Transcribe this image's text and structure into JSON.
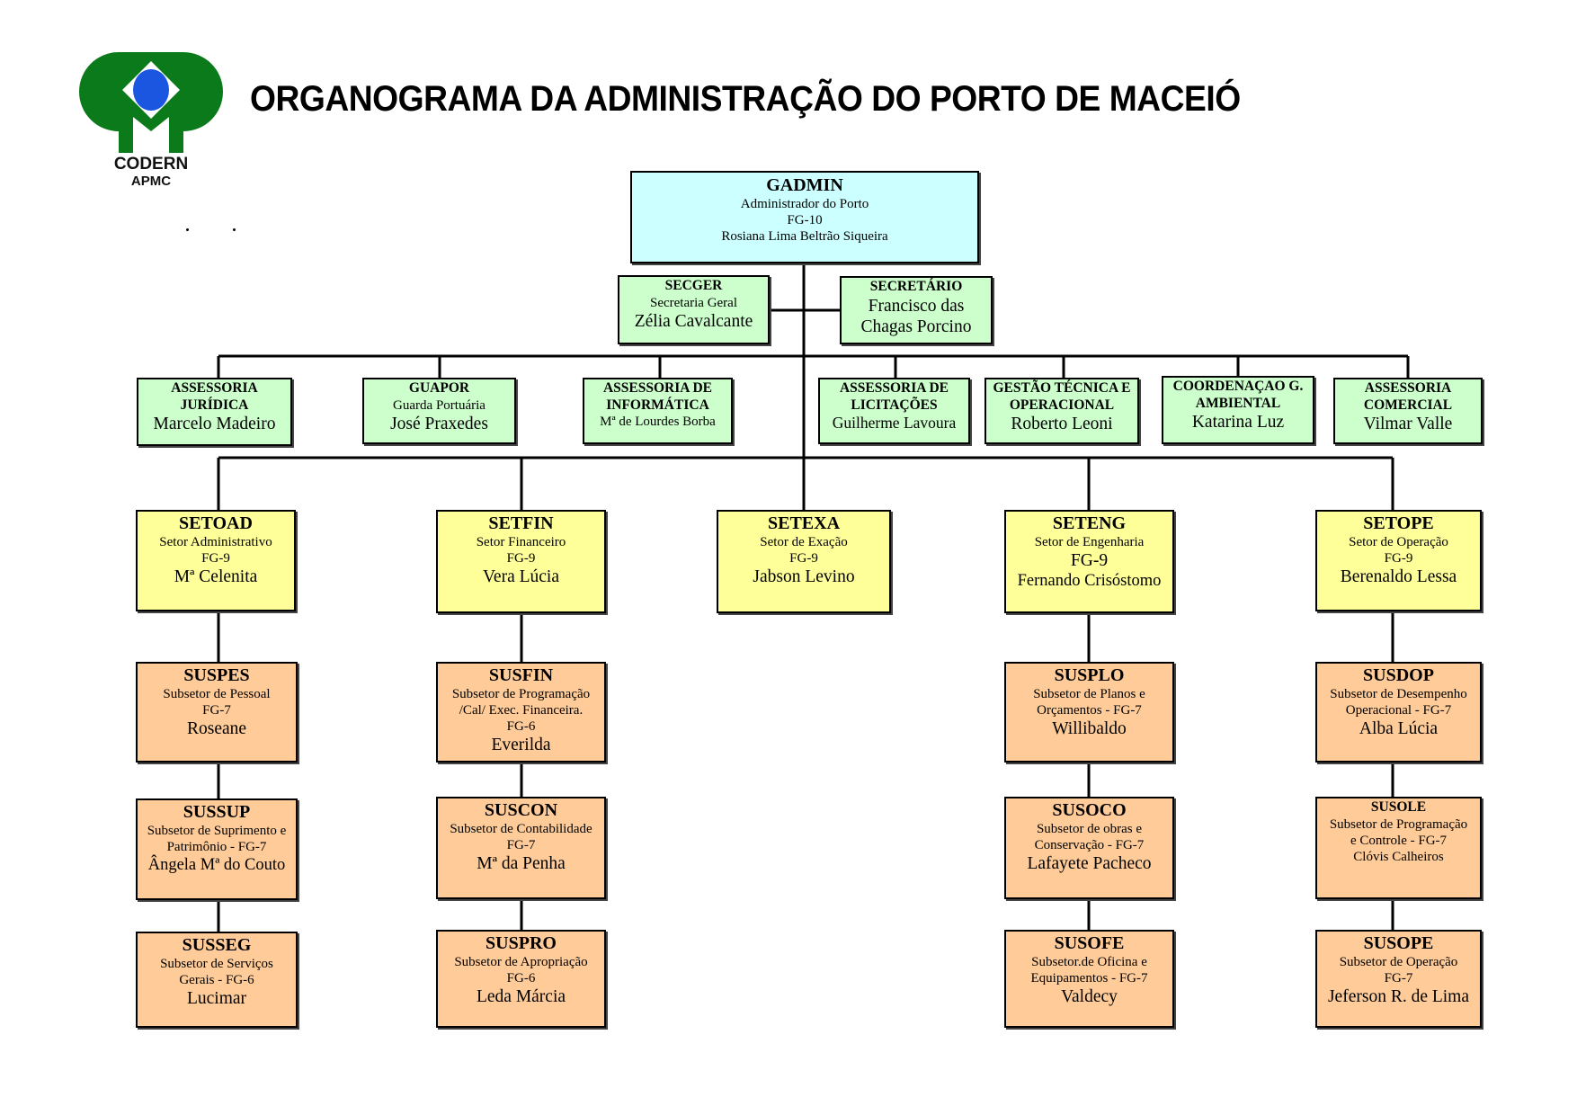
{
  "header": {
    "title": "ORGANOGRAMA DA ADMINISTRAÇÃO DO PORTO DE MACEIÓ",
    "logo": {
      "line1": "CODERN",
      "line2": "APMC",
      "green": "#0a7a1a",
      "blue": "#1a56e0"
    }
  },
  "colors": {
    "cyan": "#ccffff",
    "green": "#ccffcc",
    "yellow": "#ffff99",
    "orange": "#ffcc99"
  },
  "nodes": {
    "gadmin": {
      "code": "GADMIN",
      "lines": [
        "Administrador do Porto",
        "FG-10",
        "Rosiana Lima Beltrão Siqueira"
      ]
    },
    "secger": {
      "code": "SECGER",
      "lines": [
        "Secretaria Geral"
      ],
      "name": "Zélia Cavalcante"
    },
    "secretario": {
      "code": "SECRETÁRIO",
      "names": [
        "Francisco das",
        "Chagas Porcino"
      ]
    },
    "juridica": {
      "codes": [
        "ASSESSORIA",
        "JURÍDICA"
      ],
      "name": "Marcelo Madeiro"
    },
    "guapor": {
      "code": "GUAPOR",
      "lines": [
        "Guarda Portuária"
      ],
      "name": "José Praxedes"
    },
    "informatica": {
      "codes": [
        "ASSESSORIA DE",
        "INFORMÁTICA"
      ],
      "name": "Mª de Lourdes Borba"
    },
    "licitacoes": {
      "codes": [
        "ASSESSORIA DE",
        "LICITAÇÕES"
      ],
      "name": "Guilherme Lavoura"
    },
    "gestao": {
      "codes": [
        "GESTÃO TÉCNICA E",
        "OPERACIONAL"
      ],
      "name": "Roberto Leoni"
    },
    "ambiental": {
      "codes": [
        "COORDENAÇAO G.",
        "AMBIENTAL"
      ],
      "name": "Katarina Luz"
    },
    "comercial": {
      "codes": [
        "ASSESSORIA",
        "COMERCIAL"
      ],
      "name": "Vilmar Valle"
    },
    "setoad": {
      "code": "SETOAD",
      "lines": [
        "Setor Administrativo",
        "FG-9"
      ],
      "name": "Mª Celenita"
    },
    "setfin": {
      "code": "SETFIN",
      "lines": [
        "Setor Financeiro",
        "FG-9"
      ],
      "name": "Vera Lúcia"
    },
    "setexa": {
      "code": "SETEXA",
      "lines": [
        "Setor de Exação",
        "FG-9"
      ],
      "name": "Jabson Levino"
    },
    "seteng": {
      "code": "SETENG",
      "lines": [
        "Setor de Engenharia"
      ],
      "fg": "FG-9",
      "name": "Fernando Crisóstomo"
    },
    "setope": {
      "code": "SETOPE",
      "lines": [
        "Setor de Operação",
        "FG-9"
      ],
      "name": "Berenaldo Lessa"
    },
    "suspes": {
      "code": "SUSPES",
      "lines": [
        "Subsetor de Pessoal",
        "FG-7"
      ],
      "name": "Roseane"
    },
    "susfin": {
      "code": "SUSFIN",
      "lines": [
        "Subsetor de Programação",
        "/Cal/ Exec. Financeira.",
        "FG-6"
      ],
      "name": "Everilda"
    },
    "susplo": {
      "code": "SUSPLO",
      "lines": [
        "Subsetor de Planos e",
        "Orçamentos - FG-7"
      ],
      "name": "Willibaldo"
    },
    "susdop": {
      "code": "SUSDOP",
      "lines": [
        "Subsetor de Desempenho",
        "Operacional - FG-7"
      ],
      "name": "Alba Lúcia"
    },
    "sussup": {
      "code": "SUSSUP",
      "lines": [
        "Subsetor de Suprimento e",
        "Patrimônio - FG-7"
      ],
      "name": "Ângela Mª do Couto"
    },
    "suscon": {
      "code": "SUSCON",
      "lines": [
        "Subsetor de Contabilidade",
        "FG-7"
      ],
      "name": "Mª da Penha"
    },
    "susoco": {
      "code": "SUSOCO",
      "lines": [
        "Subsetor de obras e",
        "Conservação - FG-7"
      ],
      "name": "Lafayete Pacheco"
    },
    "susole": {
      "code": "SUSOLE",
      "lines": [
        "Subsetor de Programação",
        "e Controle - FG-7",
        "Clóvis Calheiros"
      ]
    },
    "susseg": {
      "code": "SUSSEG",
      "lines": [
        "Subsetor de Serviços",
        "Gerais - FG-6"
      ],
      "name": "Lucimar"
    },
    "suspro": {
      "code": "SUSPRO",
      "lines": [
        "Subsetor de Apropriação",
        "FG-6"
      ],
      "name": "Leda Márcia"
    },
    "susofe": {
      "code": "SUSOFE",
      "lines": [
        "Subsetor.de Oficina e",
        "Equipamentos - FG-7"
      ],
      "name": "Valdecy"
    },
    "susope": {
      "code": "SUSOPE",
      "lines": [
        "Subsetor de Operação",
        "FG-7"
      ],
      "name": "Jeferson R. de Lima"
    }
  }
}
